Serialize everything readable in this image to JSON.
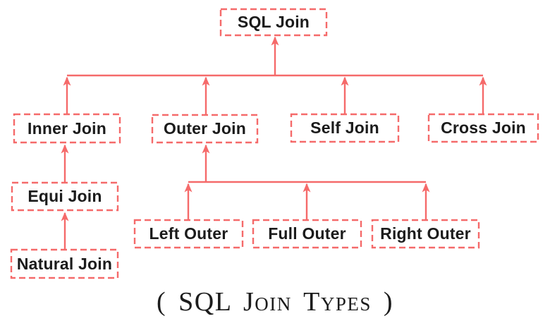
{
  "diagram": {
    "caption": "( SQL Join Types )",
    "colors": {
      "accent": "#f56a6a",
      "text": "#1b1b1b",
      "background": "#ffffff"
    },
    "nodes": {
      "sql_join": "SQL Join",
      "inner_join": "Inner Join",
      "outer_join": "Outer Join",
      "self_join": "Self Join",
      "cross_join": "Cross Join",
      "equi_join": "Equi Join",
      "natural_join": "Natural Join",
      "left_outer": "Left Outer",
      "full_outer": "Full Outer",
      "right_outer": "Right Outer"
    },
    "edges": [
      {
        "from": "Inner Join",
        "to": "SQL Join"
      },
      {
        "from": "Outer Join",
        "to": "SQL Join"
      },
      {
        "from": "Self Join",
        "to": "SQL Join"
      },
      {
        "from": "Cross Join",
        "to": "SQL Join"
      },
      {
        "from": "Equi Join",
        "to": "Inner Join"
      },
      {
        "from": "Natural Join",
        "to": "Equi Join"
      },
      {
        "from": "Left Outer",
        "to": "Outer Join"
      },
      {
        "from": "Full Outer",
        "to": "Outer Join"
      },
      {
        "from": "Right Outer",
        "to": "Outer Join"
      }
    ]
  }
}
